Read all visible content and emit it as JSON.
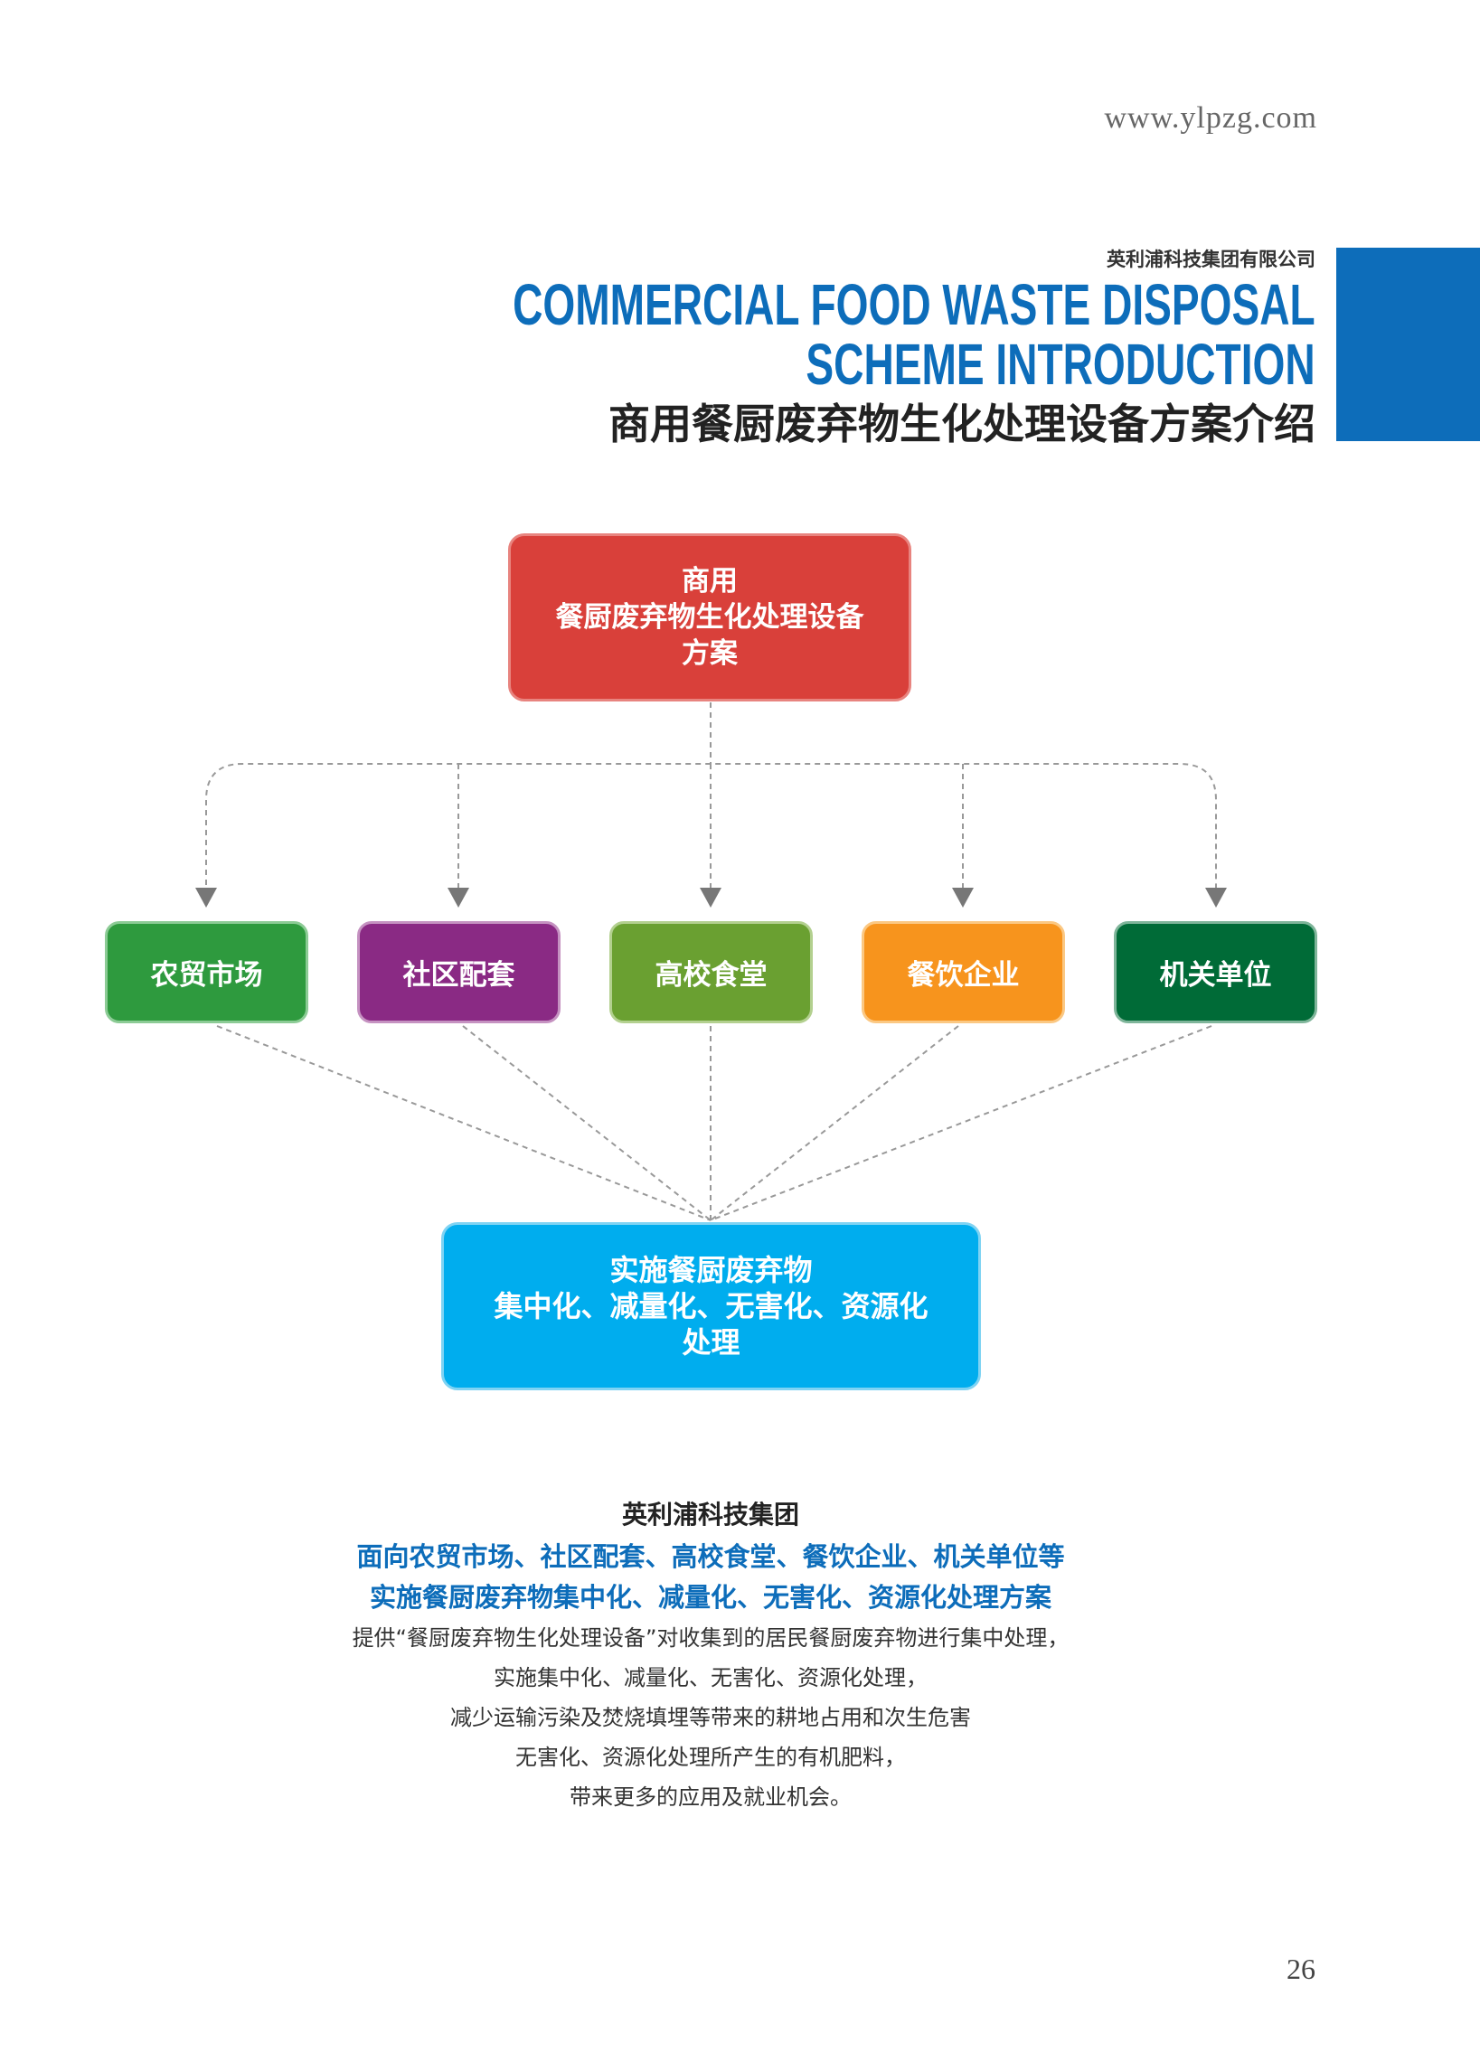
{
  "header": {
    "url": "www.ylpzg.com",
    "company_small": "英利浦科技集团有限公司",
    "title_en_line1": "COMMERCIAL FOOD WASTE DISPOSAL",
    "title_en_line2": "SCHEME INTRODUCTION",
    "title_cn": "商用餐厨废弃物生化处理设备方案介绍"
  },
  "diagram": {
    "top_box": {
      "line1": "商用",
      "line2": "餐厨废弃物生化处理设备",
      "line3": "方案",
      "color": "#d9403a"
    },
    "categories": [
      {
        "label": "农贸市场",
        "color": "#2e9a3e"
      },
      {
        "label": "社区配套",
        "color": "#8a2a84"
      },
      {
        "label": "高校食堂",
        "color": "#6aa031"
      },
      {
        "label": "餐饮企业",
        "color": "#f7941d"
      },
      {
        "label": "机关单位",
        "color": "#006b37"
      }
    ],
    "bottom_box": {
      "line1": "实施餐厨废弃物",
      "line2": "集中化、减量化、无害化、资源化",
      "line3": "处理",
      "color": "#00adee"
    }
  },
  "description": {
    "company": "英利浦科技集团",
    "highlight_lines": [
      "面向农贸市场、社区配套、高校食堂、餐饮企业、机关单位等",
      "实施餐厨废弃物集中化、减量化、无害化、资源化处理方案"
    ],
    "body_lines": [
      "提供“餐厨废弃物生化处理设备”对收集到的居民餐厨废弃物进行集中处理，",
      "实施集中化、减量化、无害化、资源化处理，",
      "减少运输污染及焚烧填埋等带来的耕地占用和次生危害",
      "无害化、资源化处理所产生的有机肥料，",
      "带来更多的应用及就业机会。"
    ]
  },
  "page_number": "26"
}
